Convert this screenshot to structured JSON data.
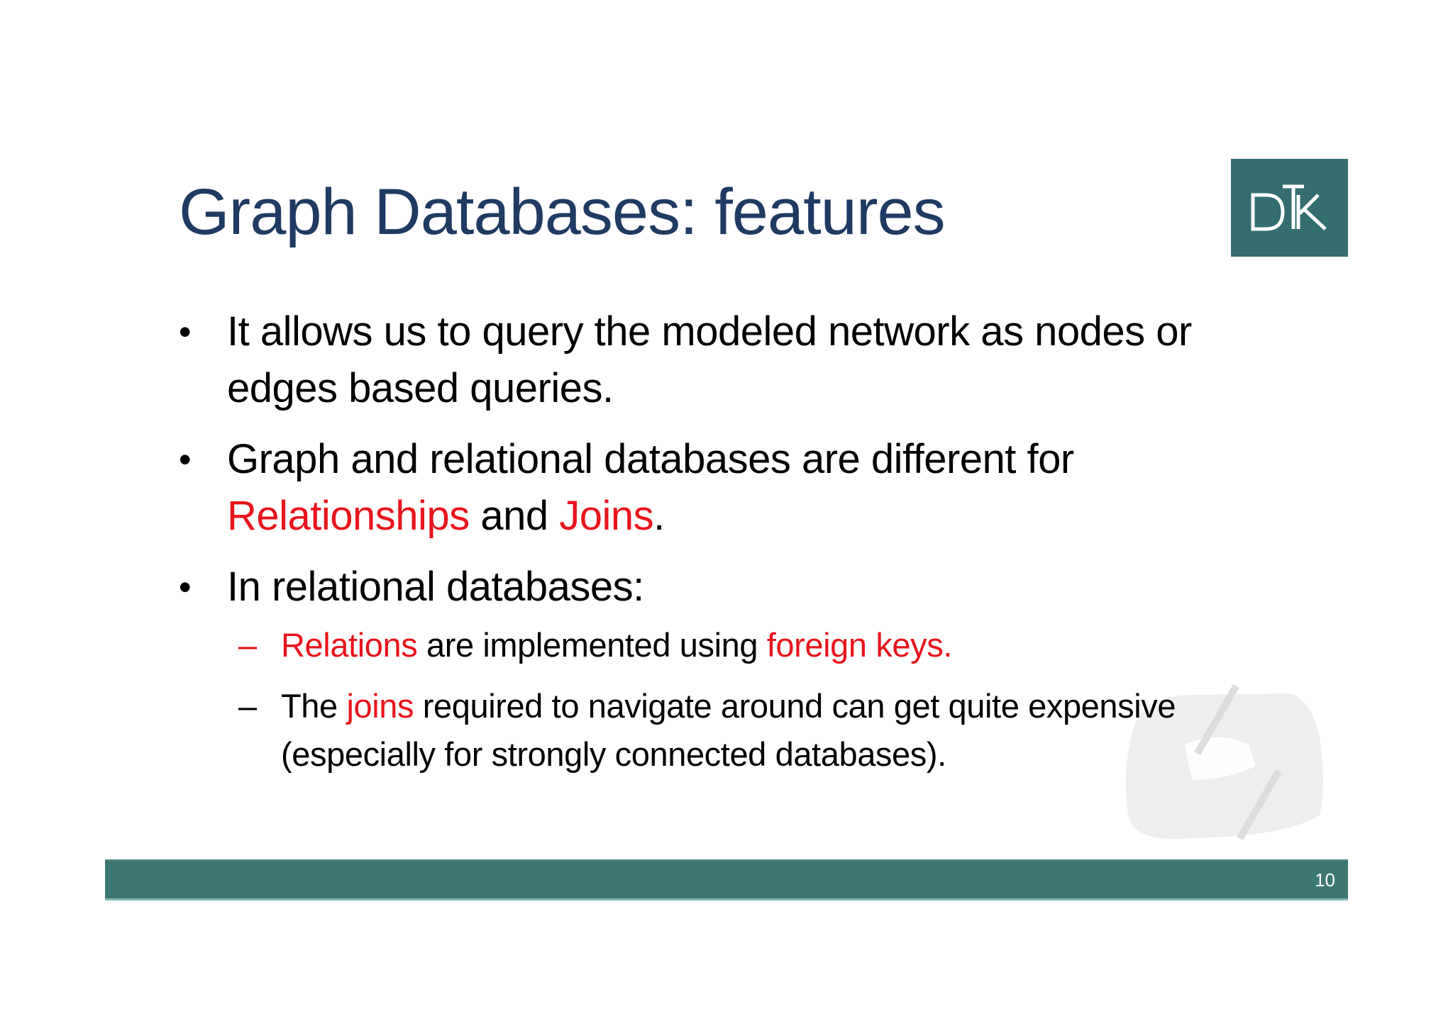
{
  "slide": {
    "title": "Graph Databases: features",
    "logo": {
      "text": "DTK",
      "background": "#346e70"
    },
    "bullets": [
      {
        "marker": "•",
        "segments": [
          {
            "text": "It allows us to query the modeled network as nodes or edges based queries.",
            "color": "#000000"
          }
        ]
      },
      {
        "marker": "•",
        "segments": [
          {
            "text": "Graph and relational databases are different for ",
            "color": "#000000"
          },
          {
            "text": "Relationships",
            "color": "#e8141b"
          },
          {
            "text": " and ",
            "color": "#000000"
          },
          {
            "text": "Joins",
            "color": "#e8141b"
          },
          {
            "text": ".",
            "color": "#000000"
          }
        ]
      },
      {
        "marker": "•",
        "segments": [
          {
            "text": "In relational databases:",
            "color": "#000000"
          }
        ],
        "sub_bullets": [
          {
            "marker": "–",
            "segments": [
              {
                "text": "Relations",
                "color": "#e8141b"
              },
              {
                "text": " are implemented using ",
                "color": "#000000"
              },
              {
                "text": "foreign keys.",
                "color": "#e8141b"
              }
            ]
          },
          {
            "marker": "–",
            "segments": [
              {
                "text": "The ",
                "color": "#000000"
              },
              {
                "text": "joins",
                "color": "#e8141b"
              },
              {
                "text": " required to navigate around can get quite expensive (especially for strongly connected databases).",
                "color": "#000000"
              }
            ]
          }
        ]
      }
    ],
    "footer": {
      "page_number": "10",
      "bar_color": "#3d7771"
    },
    "colors": {
      "title": "#1f3b63",
      "highlight": "#e8141b",
      "body": "#000000"
    }
  }
}
